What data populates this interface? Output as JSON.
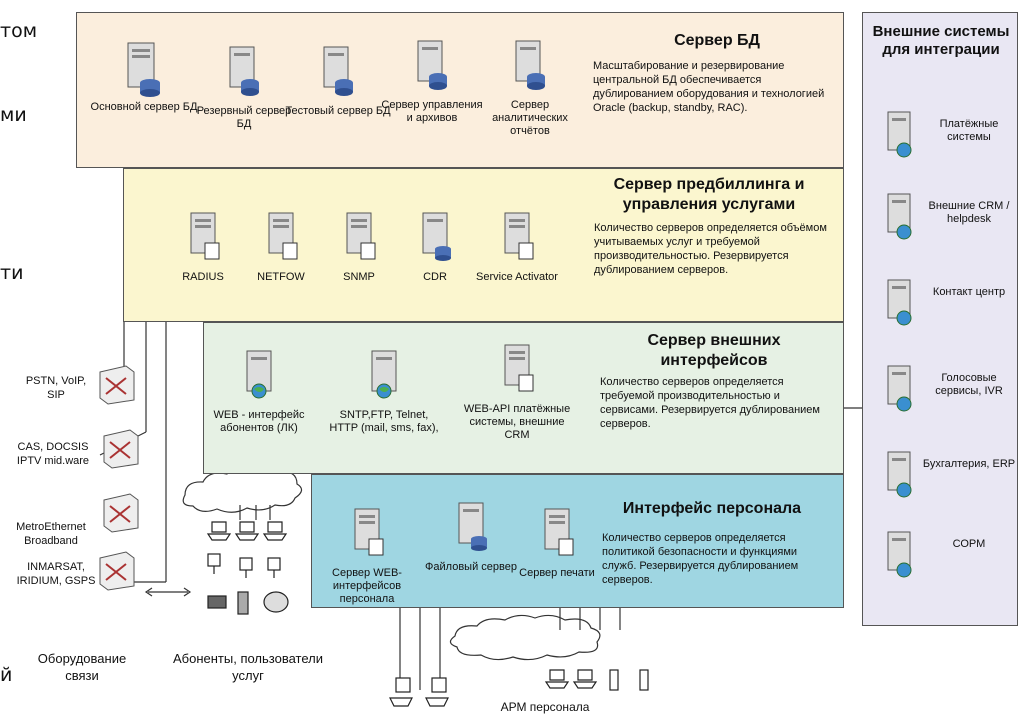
{
  "edge_fragments": [
    "том",
    "ми",
    "ти",
    "й"
  ],
  "db_panel": {
    "title": "Сервер БД",
    "description": "Масштабирование и резервирование центральной БД обеспечивается дублированием оборудования и технологией Oracle (backup, standby, RAC).",
    "servers": [
      {
        "label": "Основной сервер БД",
        "icon": "db-server-icon"
      },
      {
        "label": "Резервный сервер БД",
        "icon": "db-server-icon"
      },
      {
        "label": "Тестовый сервер БД",
        "icon": "db-server-icon"
      },
      {
        "label": "Сервер управления и архивов",
        "icon": "db-server-icon"
      },
      {
        "label": "Сервер аналитических отчётов",
        "icon": "db-server-icon"
      }
    ]
  },
  "prebilling_panel": {
    "title": "Сервер предбиллинга и управления услугами",
    "description": "Количество серверов определяется объёмом учитываемых услуг и требуемой производительностью. Резервируется дублированием серверов.",
    "servers": [
      {
        "label": "RADIUS",
        "icon": "server-doc-icon"
      },
      {
        "label": "NETFOW",
        "icon": "server-doc-icon"
      },
      {
        "label": "SNMP",
        "icon": "server-doc-icon"
      },
      {
        "label": "CDR",
        "icon": "server-db-icon"
      },
      {
        "label": "Service Activator",
        "icon": "server-doc-icon"
      }
    ]
  },
  "ext_interfaces_panel": {
    "title": "Сервер внешних интерфейсов",
    "description": "Количество серверов определяется требуемой производительностью и сервисами. Резервируется дублированием серверов.",
    "servers": [
      {
        "label": "WEB - интерфейс абонентов (ЛК)",
        "icon": "web-server-icon"
      },
      {
        "label": "SNTP,FTP, Telnet, HTTP (mail, sms, fax),",
        "icon": "web-server-icon"
      },
      {
        "label": "WEB-API платёжные системы, внешние CRM",
        "icon": "server-doc-icon"
      }
    ]
  },
  "staff_panel": {
    "title": "Интерфейс персонала",
    "description": "Количество серверов определяется политикой безопасности и функциями служб. Резервируется дублированием серверов.",
    "servers": [
      {
        "label": "Сервер WEB-интерфейсов персонала",
        "icon": "server-doc-icon"
      },
      {
        "label": "Файловый сервер",
        "icon": "db-server-icon"
      },
      {
        "label": "Сервер печати",
        "icon": "server-doc-icon"
      }
    ]
  },
  "external_systems": {
    "title": "Внешние системы для интеграции",
    "items": [
      {
        "label": "Платёжные системы"
      },
      {
        "label": "Внешние CRM / helpdesk"
      },
      {
        "label": "Контакт центр"
      },
      {
        "label": "Голосовые сервисы, IVR"
      },
      {
        "label": "Бухгалтерия, ERP"
      },
      {
        "label": "СОРМ"
      }
    ]
  },
  "equipment": [
    {
      "label": "PSTN, VoIP, SIP"
    },
    {
      "label": "CAS, DOCSIS IPTV mid.ware"
    },
    {
      "label": "MetroEthernet Broadband"
    },
    {
      "label": "INMARSAT, IRIDIUM, GSPS"
    }
  ],
  "bottom_labels": {
    "equipment": "Оборудование связи",
    "subscribers": "Абоненты, пользователи услуг",
    "workstations": "АРМ персонала"
  }
}
